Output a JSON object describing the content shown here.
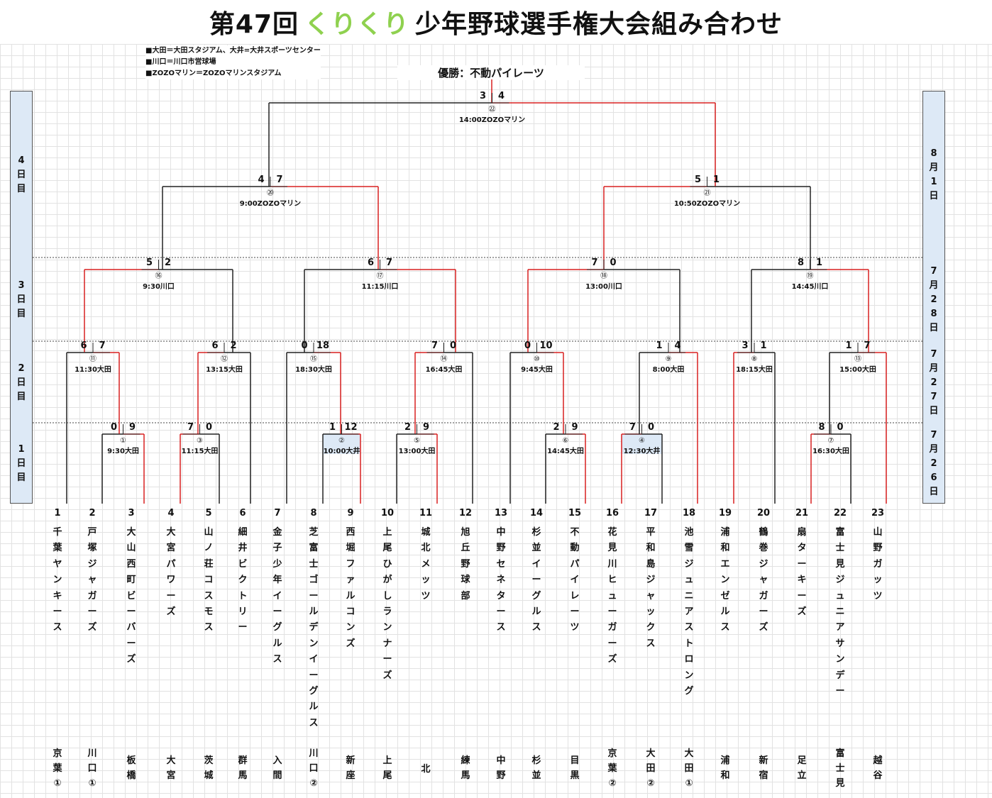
{
  "title": {
    "prefix": "第47回",
    "accent": "くりくり",
    "suffix": "少年野球選手権大会組み合わせ"
  },
  "notes": [
    "■大田＝大田スタジアム、大井=大井スポーツセンター",
    "■川口＝川口市営球場",
    "■ZOZOマリン＝ZOZOマリンスタジアム"
  ],
  "winner": "優勝：不動パイレーツ",
  "days_left": [
    {
      "label": "4日目"
    },
    {
      "label": "3日目"
    },
    {
      "label": "2日目"
    },
    {
      "label": "1日目"
    }
  ],
  "days_right": [
    {
      "label": "8月1日"
    },
    {
      "label": "7月28日"
    },
    {
      "label": "7月27日"
    },
    {
      "label": "7月26日"
    }
  ],
  "teams": [
    {
      "num": "1",
      "name": "千葉ヤンキース",
      "area": "京葉①"
    },
    {
      "num": "2",
      "name": "戸塚ジャガーズ",
      "area": "川口①"
    },
    {
      "num": "3",
      "name": "大山西町ビーバーズ",
      "area": "板橋"
    },
    {
      "num": "4",
      "name": "大宮パワーズ",
      "area": "大宮"
    },
    {
      "num": "5",
      "name": "山ノ荘コスモス",
      "area": "茨城"
    },
    {
      "num": "6",
      "name": "細井ビクトリー",
      "area": "群馬"
    },
    {
      "num": "7",
      "name": "金子少年イーグルス",
      "area": "入間"
    },
    {
      "num": "8",
      "name": "芝富士ゴールデンイーグルス",
      "area": "川口②"
    },
    {
      "num": "9",
      "name": "西堀ファルコンズ",
      "area": "新座"
    },
    {
      "num": "10",
      "name": "上尾ひがしランナーズ",
      "area": "上尾"
    },
    {
      "num": "11",
      "name": "城北メッツ",
      "area": "北"
    },
    {
      "num": "12",
      "name": "旭丘野球部",
      "area": "練馬"
    },
    {
      "num": "13",
      "name": "中野セネタース",
      "area": "中野"
    },
    {
      "num": "14",
      "name": "杉並イーグルス",
      "area": "杉並"
    },
    {
      "num": "15",
      "name": "不動パイレーツ",
      "area": "目黒"
    },
    {
      "num": "16",
      "name": "花見川ヒューガーズ",
      "area": "京葉②"
    },
    {
      "num": "17",
      "name": "平和島ジャックス",
      "area": "大田②"
    },
    {
      "num": "18",
      "name": "池雪ジュニアストロング",
      "area": "大田①"
    },
    {
      "num": "19",
      "name": "浦和エンゼルス",
      "area": "浦和"
    },
    {
      "num": "20",
      "name": "鶴巻ジャガーズ",
      "area": "新宿"
    },
    {
      "num": "21",
      "name": "扇ターキーズ",
      "area": "足立"
    },
    {
      "num": "22",
      "name": "富士見ジュニアサンデー",
      "area": "富士見"
    },
    {
      "num": "23",
      "name": "山野ガッツ",
      "area": "越谷"
    }
  ],
  "matches": [
    {
      "num": "①",
      "time": "9:30大田",
      "left_score": "0",
      "right_score": "9"
    },
    {
      "num": "②",
      "time": "10:00大井",
      "left_score": "1",
      "right_score": "12"
    },
    {
      "num": "③",
      "time": "11:15大田",
      "left_score": "7",
      "right_score": "0"
    },
    {
      "num": "④",
      "time": "12:30大井",
      "left_score": "7",
      "right_score": "0"
    },
    {
      "num": "⑤",
      "time": "13:00大田",
      "left_score": "2",
      "right_score": "9"
    },
    {
      "num": "⑥",
      "time": "14:45大田",
      "left_score": "2",
      "right_score": "9"
    },
    {
      "num": "⑦",
      "time": "16:30大田",
      "left_score": "8",
      "right_score": "0"
    },
    {
      "num": "⑧",
      "time": "18:15大田",
      "left_score": "3",
      "right_score": "1"
    },
    {
      "num": "⑨",
      "time": "8:00大田",
      "left_score": "1",
      "right_score": "4"
    },
    {
      "num": "⑩",
      "time": "9:45大田",
      "left_score": "0",
      "right_score": "10"
    },
    {
      "num": "⑪",
      "time": "11:30大田",
      "left_score": "6",
      "right_score": "7"
    },
    {
      "num": "⑫",
      "time": "13:15大田",
      "left_score": "6",
      "right_score": "2"
    },
    {
      "num": "⑬",
      "time": "15:00大田",
      "left_score": "1",
      "right_score": "7"
    },
    {
      "num": "⑭",
      "time": "16:45大田",
      "left_score": "7",
      "right_score": "0"
    },
    {
      "num": "⑮",
      "time": "18:30大田",
      "left_score": "0",
      "right_score": "18"
    },
    {
      "num": "⑯",
      "time": "9:30川口",
      "left_score": "5",
      "right_score": "2"
    },
    {
      "num": "⑰",
      "time": "11:15川口",
      "left_score": "6",
      "right_score": "7"
    },
    {
      "num": "⑱",
      "time": "13:00川口",
      "left_score": "7",
      "right_score": "0"
    },
    {
      "num": "⑲",
      "time": "14:45川口",
      "left_score": "8",
      "right_score": "1"
    },
    {
      "num": "⑳",
      "time": "9:00ZOZOマリン",
      "left_score": "4",
      "right_score": "7"
    },
    {
      "num": "㉑",
      "time": "10:50ZOZOマリン",
      "left_score": "5",
      "right_score": "1"
    },
    {
      "num": "㉒",
      "time": "14:00ZOZOマリン",
      "left_score": "3",
      "right_score": "4"
    }
  ],
  "colors": {
    "winner_line": "#d92020",
    "line": "#222222",
    "panel": "#dde9f6",
    "highlight": "#dde9f6",
    "accent": "#8fd14f"
  }
}
